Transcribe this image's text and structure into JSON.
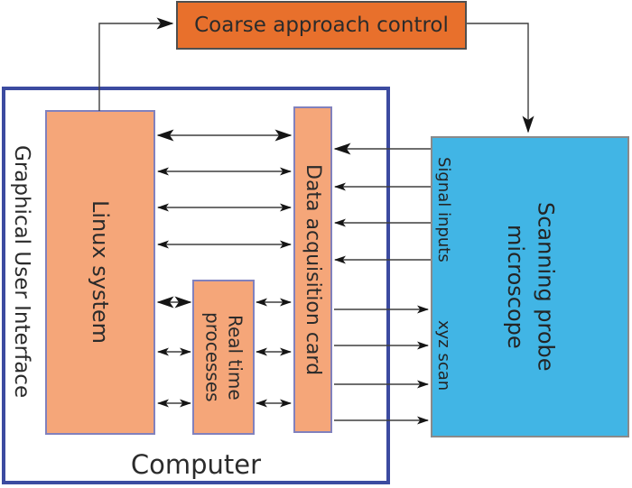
{
  "colors": {
    "orange-bright": "#e8702c",
    "orange-light": "#f5a679",
    "blue-box": "#41b5e5",
    "frame-blue": "#3c4ba0",
    "box-border-purple": "#8181bd",
    "text-dark": "#2b2b2b",
    "line-gray": "#3f3f3f"
  },
  "coarse_box": {
    "label": "Coarse approach control"
  },
  "computer": {
    "label": "Computer",
    "gui_label": "Graphical User Interface",
    "linux_box": {
      "label": "Linux system"
    },
    "realtime_box": {
      "label": "Real time\nprocesses"
    },
    "daq_box": {
      "label": "Data acquisition card"
    }
  },
  "microscope": {
    "label": "Scanning probe\nmicroscope",
    "signal_inputs_label": "Signal inputs",
    "xyz_scan_label": "xyz scan"
  }
}
